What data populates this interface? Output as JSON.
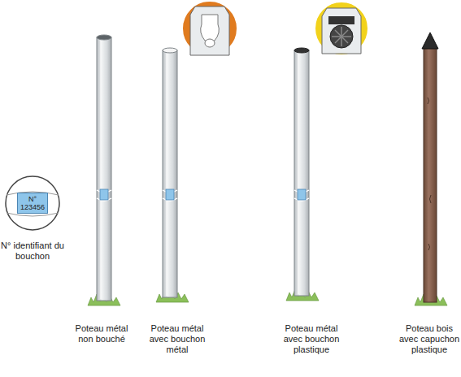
{
  "diagram": {
    "nodes": [
      {
        "text": [
          "N° 123456"
        ]
      }
    ],
    "labels": [
      "N° identifiant du bouchon",
      "Poteau métal non bouché",
      "Poteau métal avec bouchon métal",
      "Poteau métal avec bouchon plastique",
      "Poteau bois avec capuchon plastique"
    ]
  }
}
